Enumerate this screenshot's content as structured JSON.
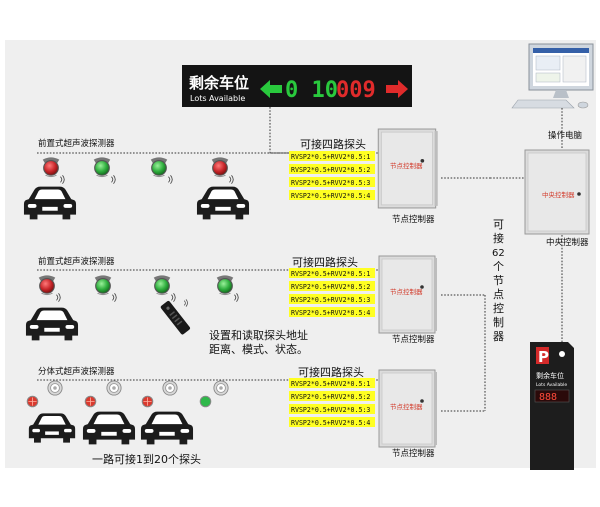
{
  "sign": {
    "title_cn": "剩余车位",
    "title_en": "Lots Available",
    "count_green": "0 10",
    "count_red": "009"
  },
  "row1": {
    "label": "前置式超声波探测器",
    "probe_header": "可接四路探头"
  },
  "row2": {
    "label": "前置式超声波探测器",
    "probe_header": "可接四路探头"
  },
  "row3": {
    "label": "分体式超声波探测器",
    "probe_header": "可接四路探头"
  },
  "cable_lines": [
    "RVSP2*0.5+RVV2*0.5:1",
    "RVSP2*0.5+RVV2*0.5:2",
    "RVSP2*0.5+RVV2*0.5:3",
    "RVSP2*0.5+RVV2*0.5:4"
  ],
  "node_controller_box": "节点控制器",
  "node_controller_caption": "节点控制器",
  "central_box": "中央控制器",
  "central_caption": "中央控制器",
  "computer_caption": "操作电脑",
  "vertical_note": [
    "可",
    "接",
    "62",
    "个",
    "节",
    "点",
    "控",
    "制",
    "器"
  ],
  "remote_note": [
    "设置和读取探头地址",
    "距离、模式、状态。"
  ],
  "bottom_note": "一路可接1到20个探头",
  "terminal": {
    "logo": "P",
    "title_cn": "剩余车位",
    "title_en": "Lots Available",
    "digits": "888"
  },
  "colors": {
    "panel_bg": "#efefef",
    "cable_highlight": "#ffff22",
    "led_green": "#22c33a",
    "led_red": "#e02b2b",
    "sensor_red": "#c8262a",
    "sensor_green": "#2fae3e"
  }
}
